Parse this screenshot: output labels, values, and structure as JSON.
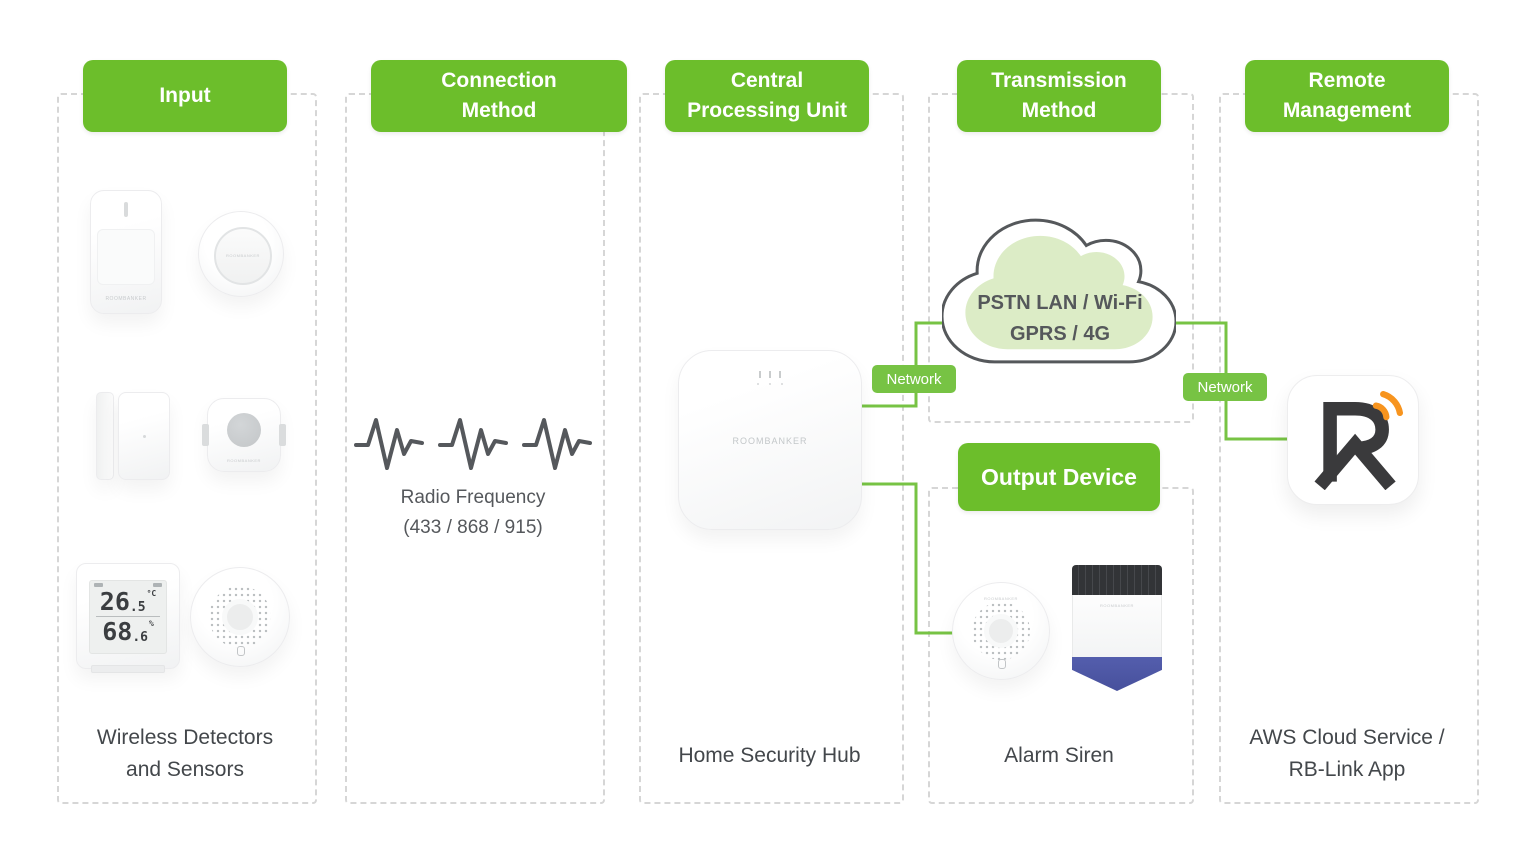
{
  "headers": {
    "input": "Input",
    "connection": "Connection Method",
    "cpu": "Central Processing Unit",
    "transmission": "Transmission Method",
    "remote": "Remote Management",
    "output": "Output Device"
  },
  "network": {
    "left": "Network",
    "right": "Network"
  },
  "cloud": {
    "line1": "PSTN LAN / Wi-Fi",
    "line2": "GPRS / 4G"
  },
  "captions": {
    "input": {
      "line1": "Wireless Detectors",
      "line2": "and Sensors"
    },
    "connection": {
      "line1": "Radio Frequency",
      "line2": "(433 / 868 / 915)"
    },
    "cpu": {
      "line1": "Home Security Hub"
    },
    "output": {
      "line1": "Alarm Siren"
    },
    "remote": {
      "line1": "AWS Cloud Service /",
      "line2": "RB-Link App"
    }
  },
  "brand": "ROOMBANKER",
  "lcd": {
    "temp_int": "26",
    "temp_dec": ".5",
    "temp_unit": "°C",
    "hum_int": "68",
    "hum_dec": ".6",
    "hum_unit": "%"
  },
  "colors": {
    "badge_green": "#6cbe2b",
    "line_green": "#77c344",
    "cloud_fill": "#dcecc6",
    "cloud_stroke": "#55585b",
    "text_dark": "#43474b",
    "siren_blue": "#4d57a6",
    "logo_orange": "#f7941e",
    "logo_dark": "#3a3a3c"
  }
}
